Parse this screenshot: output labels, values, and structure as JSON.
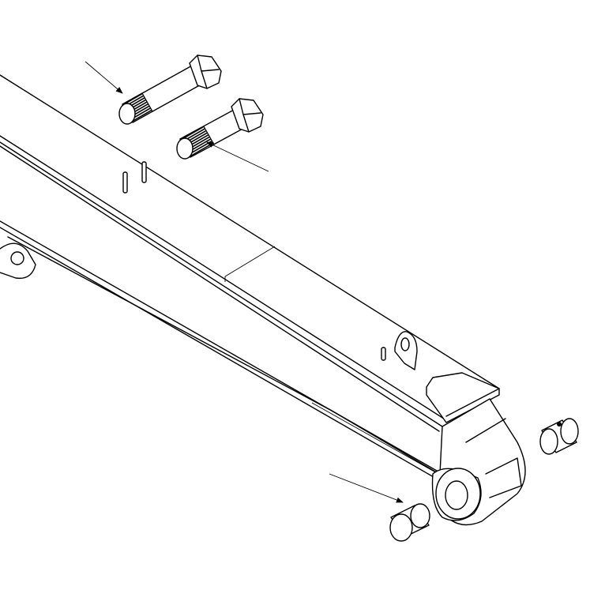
{
  "drawing": {
    "line_color": "#000000",
    "background": "#ffffff",
    "parts": [
      "boom",
      "bolt-upper",
      "bolt-lower",
      "pin-right",
      "pin-bottom",
      "roll-pins",
      "lug"
    ]
  }
}
